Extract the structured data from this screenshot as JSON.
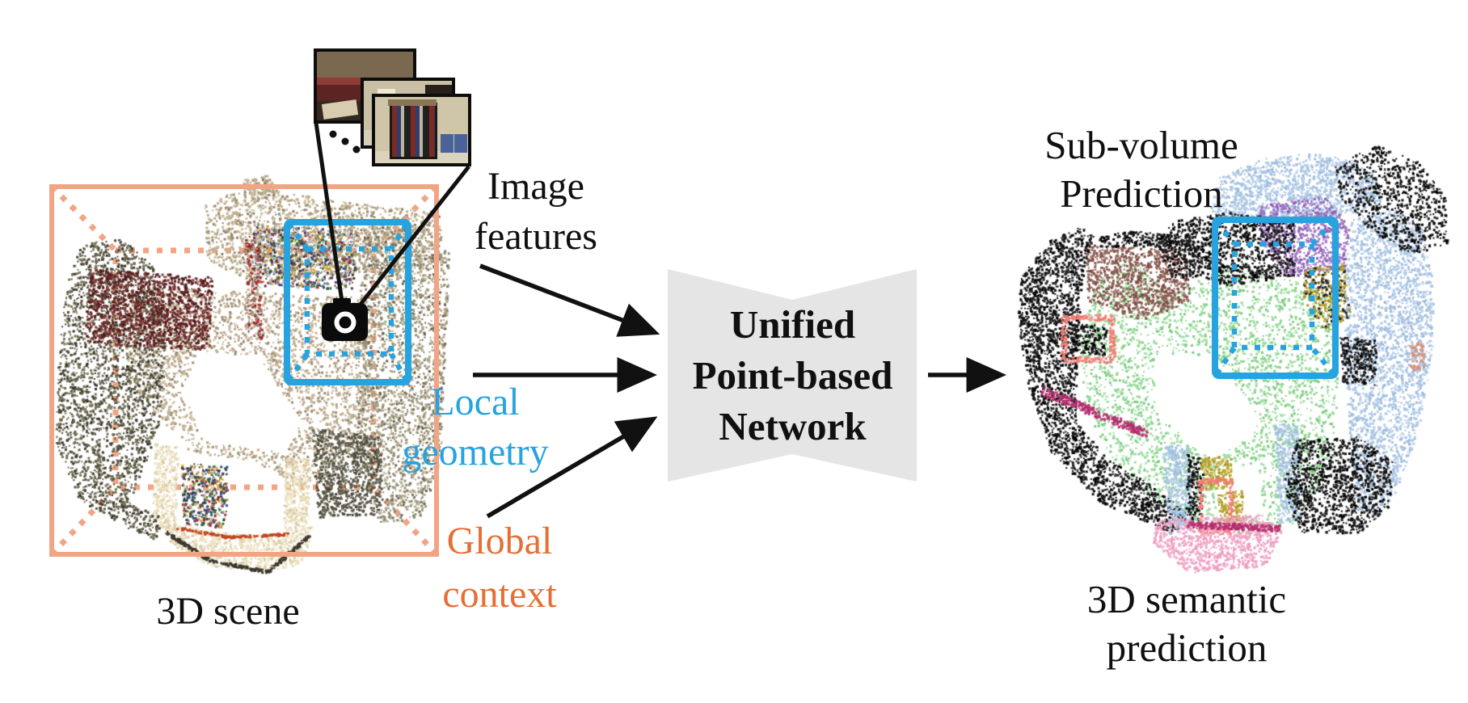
{
  "labels": {
    "scene": "3D scene",
    "image_features": {
      "line1": "Image",
      "line2": "features"
    },
    "local_geometry": {
      "line1": "Local",
      "line2": "geometry"
    },
    "global_context": {
      "line1": "Global",
      "line2": "context"
    },
    "network": {
      "line1": "Unified",
      "line2": "Point-based",
      "line3": "Network"
    },
    "sub_volume": {
      "line1": "Sub-volume",
      "line2": "Prediction"
    },
    "semantic": {
      "line1": "3D semantic",
      "line2": "prediction"
    }
  },
  "colors": {
    "accent_blue": "#27A3DF",
    "orange_text": "#E56E35",
    "orange_box": "#F2A585",
    "network_fill": "#E5E5E5",
    "line_black": "#111111",
    "semantic_palette": {
      "wall_light_blue": "#A9C5E4",
      "floor_green": "#90D792",
      "object_black": "#141414",
      "sofa_purple": "#9A6FC0",
      "bed_brown": "#8A5A50",
      "chair_salmon": "#F2857D",
      "table_olive": "#B9A52F",
      "floor_pink": "#F2A8C8",
      "trim_magenta": "#BE3577"
    },
    "scene_palette": {
      "tan": "#BFAE8F",
      "dark_tan": "#8F8268",
      "khaki": "#B5A98C",
      "dark_olive": "#5F5C45",
      "maroon": "#5C2020",
      "cream": "#EBDFBC",
      "dark_speck": "#3C382E"
    }
  }
}
